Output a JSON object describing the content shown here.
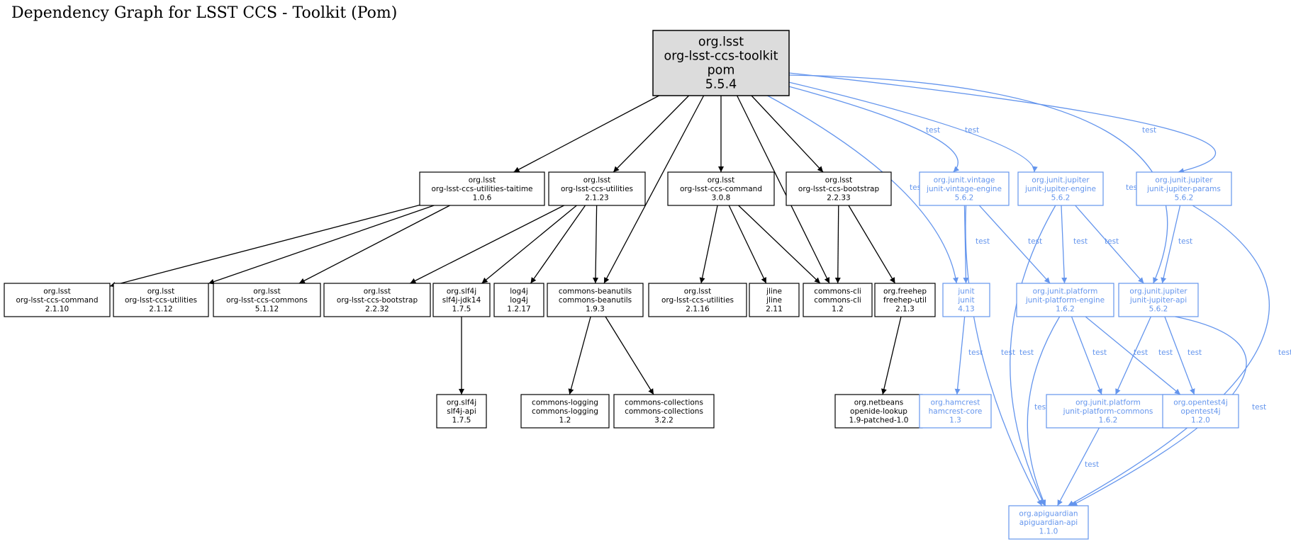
{
  "title": "Dependency Graph for LSST CCS - Toolkit (Pom)",
  "colors": {
    "compile": "#000000",
    "test": "#6495ed",
    "root_fill": "#dcdcdc"
  },
  "nodes": [
    {
      "id": "root",
      "lines": [
        "org.lsst",
        "org-lsst-ccs-toolkit",
        "pom",
        "5.5.4"
      ],
      "scope": "root"
    },
    {
      "id": "util-taitime",
      "lines": [
        "org.lsst",
        "org-lsst-ccs-utilities-taitime",
        "1.0.6"
      ],
      "scope": "compile"
    },
    {
      "id": "util-2123",
      "lines": [
        "org.lsst",
        "org-lsst-ccs-utilities",
        "2.1.23"
      ],
      "scope": "compile"
    },
    {
      "id": "command-308",
      "lines": [
        "org.lsst",
        "org-lsst-ccs-command",
        "3.0.8"
      ],
      "scope": "compile"
    },
    {
      "id": "bootstrap-2233",
      "lines": [
        "org.lsst",
        "org-lsst-ccs-bootstrap",
        "2.2.33"
      ],
      "scope": "compile"
    },
    {
      "id": "vintage",
      "lines": [
        "org.junit.vintage",
        "junit-vintage-engine",
        "5.6.2"
      ],
      "scope": "test"
    },
    {
      "id": "jup-engine",
      "lines": [
        "org.junit.jupiter",
        "junit-jupiter-engine",
        "5.6.2"
      ],
      "scope": "test"
    },
    {
      "id": "jup-params",
      "lines": [
        "org.junit.jupiter",
        "junit-jupiter-params",
        "5.6.2"
      ],
      "scope": "test"
    },
    {
      "id": "command-2110",
      "lines": [
        "org.lsst",
        "org-lsst-ccs-command",
        "2.1.10"
      ],
      "scope": "compile"
    },
    {
      "id": "util-2112",
      "lines": [
        "org.lsst",
        "org-lsst-ccs-utilities",
        "2.1.12"
      ],
      "scope": "compile"
    },
    {
      "id": "commons-5112",
      "lines": [
        "org.lsst",
        "org-lsst-ccs-commons",
        "5.1.12"
      ],
      "scope": "compile"
    },
    {
      "id": "bootstrap-2232",
      "lines": [
        "org.lsst",
        "org-lsst-ccs-bootstrap",
        "2.2.32"
      ],
      "scope": "compile"
    },
    {
      "id": "slf4j-jdk14",
      "lines": [
        "org.slf4j",
        "slf4j-jdk14",
        "1.7.5"
      ],
      "scope": "compile"
    },
    {
      "id": "log4j",
      "lines": [
        "log4j",
        "log4j",
        "1.2.17"
      ],
      "scope": "compile"
    },
    {
      "id": "beanutils",
      "lines": [
        "commons-beanutils",
        "commons-beanutils",
        "1.9.3"
      ],
      "scope": "compile"
    },
    {
      "id": "util-2116",
      "lines": [
        "org.lsst",
        "org-lsst-ccs-utilities",
        "2.1.16"
      ],
      "scope": "compile"
    },
    {
      "id": "jline",
      "lines": [
        "jline",
        "jline",
        "2.11"
      ],
      "scope": "compile"
    },
    {
      "id": "commons-cli",
      "lines": [
        "commons-cli",
        "commons-cli",
        "1.2"
      ],
      "scope": "compile"
    },
    {
      "id": "freehep",
      "lines": [
        "org.freehep",
        "freehep-util",
        "2.1.3"
      ],
      "scope": "compile"
    },
    {
      "id": "junit",
      "lines": [
        "junit",
        "junit",
        "4.13"
      ],
      "scope": "test"
    },
    {
      "id": "plat-engine",
      "lines": [
        "org.junit.platform",
        "junit-platform-engine",
        "1.6.2"
      ],
      "scope": "test"
    },
    {
      "id": "jup-api",
      "lines": [
        "org.junit.jupiter",
        "junit-jupiter-api",
        "5.6.2"
      ],
      "scope": "test"
    },
    {
      "id": "slf4j-api",
      "lines": [
        "org.slf4j",
        "slf4j-api",
        "1.7.5"
      ],
      "scope": "compile"
    },
    {
      "id": "logging",
      "lines": [
        "commons-logging",
        "commons-logging",
        "1.2"
      ],
      "scope": "compile"
    },
    {
      "id": "collections",
      "lines": [
        "commons-collections",
        "commons-collections",
        "3.2.2"
      ],
      "scope": "compile"
    },
    {
      "id": "openide",
      "lines": [
        "org.netbeans",
        "openide-lookup",
        "1.9-patched-1.0"
      ],
      "scope": "compile"
    },
    {
      "id": "hamcrest",
      "lines": [
        "org.hamcrest",
        "hamcrest-core",
        "1.3"
      ],
      "scope": "test"
    },
    {
      "id": "plat-commons",
      "lines": [
        "org.junit.platform",
        "junit-platform-commons",
        "1.6.2"
      ],
      "scope": "test"
    },
    {
      "id": "opentest4j",
      "lines": [
        "org.opentest4j",
        "opentest4j",
        "1.2.0"
      ],
      "scope": "test"
    },
    {
      "id": "apiguardian",
      "lines": [
        "org.apiguardian",
        "apiguardian-api",
        "1.1.0"
      ],
      "scope": "test"
    }
  ],
  "edges": [
    {
      "from": "root",
      "to": "util-taitime",
      "label": ""
    },
    {
      "from": "root",
      "to": "util-2123",
      "label": ""
    },
    {
      "from": "root",
      "to": "beanutils",
      "label": ""
    },
    {
      "from": "root",
      "to": "command-308",
      "label": ""
    },
    {
      "from": "root",
      "to": "commons-cli",
      "label": ""
    },
    {
      "from": "root",
      "to": "bootstrap-2233",
      "label": ""
    },
    {
      "from": "root",
      "to": "junit",
      "label": "test"
    },
    {
      "from": "root",
      "to": "vintage",
      "label": "test"
    },
    {
      "from": "root",
      "to": "jup-engine",
      "label": "test"
    },
    {
      "from": "root",
      "to": "jup-api",
      "label": "test"
    },
    {
      "from": "root",
      "to": "jup-params",
      "label": "test"
    },
    {
      "from": "util-taitime",
      "to": "command-2110",
      "label": ""
    },
    {
      "from": "util-taitime",
      "to": "util-2112",
      "label": ""
    },
    {
      "from": "util-taitime",
      "to": "commons-5112",
      "label": ""
    },
    {
      "from": "util-2123",
      "to": "bootstrap-2232",
      "label": ""
    },
    {
      "from": "util-2123",
      "to": "slf4j-jdk14",
      "label": ""
    },
    {
      "from": "util-2123",
      "to": "log4j",
      "label": ""
    },
    {
      "from": "util-2123",
      "to": "beanutils",
      "label": ""
    },
    {
      "from": "command-308",
      "to": "util-2116",
      "label": ""
    },
    {
      "from": "command-308",
      "to": "jline",
      "label": ""
    },
    {
      "from": "command-308",
      "to": "commons-cli",
      "label": ""
    },
    {
      "from": "bootstrap-2233",
      "to": "commons-cli",
      "label": ""
    },
    {
      "from": "bootstrap-2233",
      "to": "freehep",
      "label": ""
    },
    {
      "from": "slf4j-jdk14",
      "to": "slf4j-api",
      "label": ""
    },
    {
      "from": "beanutils",
      "to": "logging",
      "label": ""
    },
    {
      "from": "beanutils",
      "to": "collections",
      "label": ""
    },
    {
      "from": "freehep",
      "to": "openide",
      "label": ""
    },
    {
      "from": "vintage",
      "to": "junit",
      "label": "test"
    },
    {
      "from": "vintage",
      "to": "plat-engine",
      "label": "test"
    },
    {
      "from": "vintage",
      "to": "apiguardian",
      "label": "test"
    },
    {
      "from": "jup-engine",
      "to": "plat-engine",
      "label": "test"
    },
    {
      "from": "jup-engine",
      "to": "jup-api",
      "label": "test"
    },
    {
      "from": "jup-engine",
      "to": "apiguardian",
      "label": "test"
    },
    {
      "from": "jup-params",
      "to": "jup-api",
      "label": "test"
    },
    {
      "from": "jup-params",
      "to": "apiguardian",
      "label": "test"
    },
    {
      "from": "junit",
      "to": "hamcrest",
      "label": "test"
    },
    {
      "from": "plat-engine",
      "to": "plat-commons",
      "label": "test"
    },
    {
      "from": "plat-engine",
      "to": "opentest4j",
      "label": "test"
    },
    {
      "from": "plat-engine",
      "to": "apiguardian",
      "label": "test"
    },
    {
      "from": "jup-api",
      "to": "plat-commons",
      "label": "test"
    },
    {
      "from": "jup-api",
      "to": "opentest4j",
      "label": "test"
    },
    {
      "from": "jup-api",
      "to": "apiguardian",
      "label": "test"
    },
    {
      "from": "plat-commons",
      "to": "apiguardian",
      "label": "test"
    }
  ]
}
